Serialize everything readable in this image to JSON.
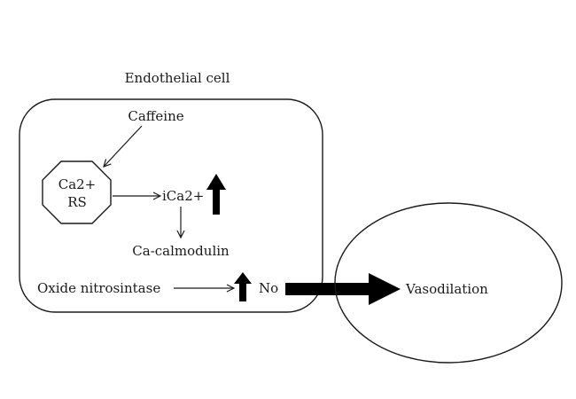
{
  "diagram": {
    "container_label": "Endothelial cell",
    "caffeine": "Caffeine",
    "store_line1": "Ca2+",
    "store_line2": "RS",
    "ica": "iCa2+",
    "calmodulin": "Ca-calmodulin",
    "nos": "Oxide nitrosintase",
    "no": "No",
    "vasodilation": "Vasodilation"
  },
  "colors": {
    "stroke": "#1a1a1a",
    "fill": "#000000",
    "background": "#ffffff"
  }
}
